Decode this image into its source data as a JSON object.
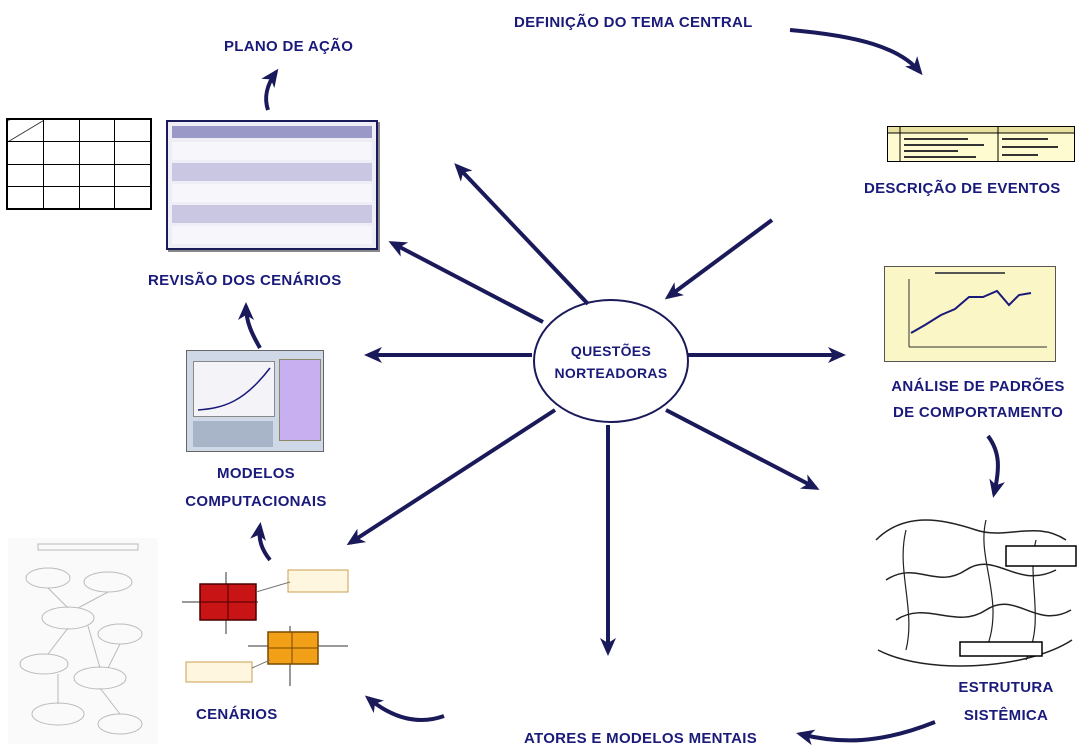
{
  "center": {
    "line1": "QUESTÕES",
    "line2": "NORTEADORAS"
  },
  "labels": {
    "tema_central": "DEFINIÇÃO DO TEMA CENTRAL",
    "descricao_eventos": "DESCRIÇÃO DE EVENTOS",
    "analise_padroes_1": "ANÁLISE DE PADRÕES",
    "analise_padroes_2": "DE COMPORTAMENTO",
    "estrutura_1": "ESTRUTURA",
    "estrutura_2": "SISTÊMICA",
    "atores": "ATORES E MODELOS MENTAIS",
    "cenarios": "CENÁRIOS",
    "modelos_1": "MODELOS",
    "modelos_2": "COMPUTACIONAIS",
    "revisao": "REVISÃO DOS CENÁRIOS",
    "plano": "PLANO DE AÇÃO"
  },
  "colors": {
    "text": "#1a1a7a",
    "arrow": "#1a1a5a",
    "scenario_red": "#c81414",
    "scenario_orange": "#f2a018",
    "doc_band": "#c9c7e2"
  }
}
